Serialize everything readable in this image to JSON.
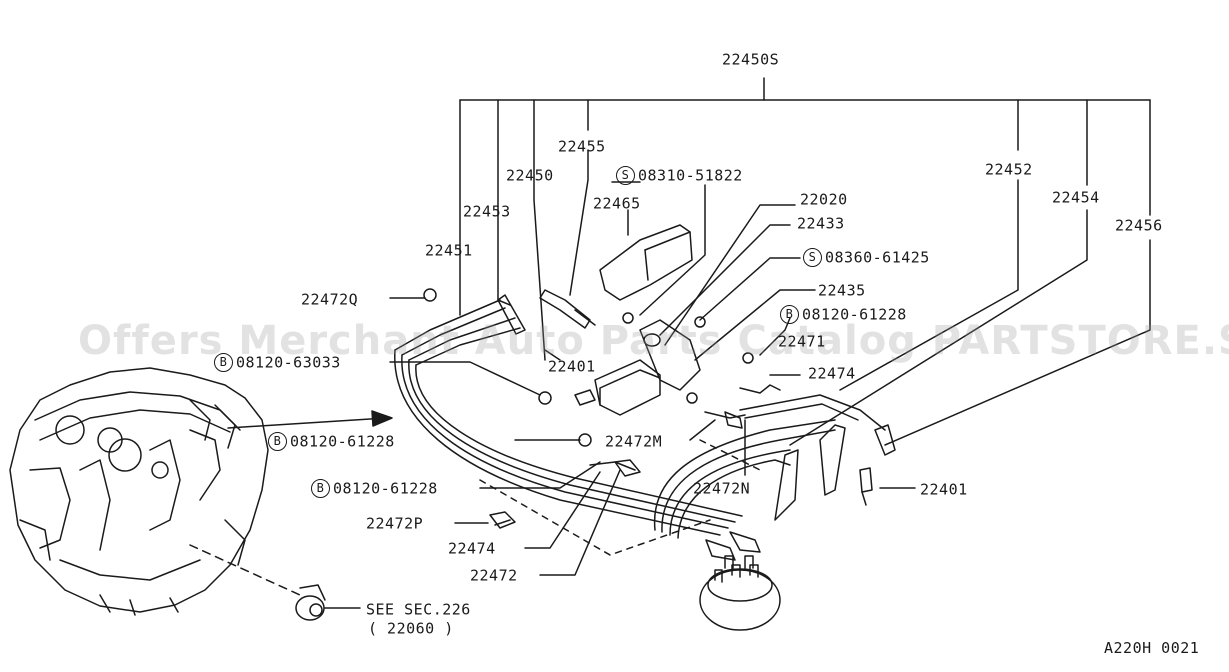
{
  "watermark": "Offers Merchant Auto Parts Catalog PARTSTORE.SA",
  "figure_code": "A220H 0021",
  "callouts": [
    {
      "id": "c-22450s",
      "prefix": "",
      "number": "22450S"
    },
    {
      "id": "c-22455",
      "prefix": "",
      "number": "22455"
    },
    {
      "id": "c-22450",
      "prefix": "",
      "number": "22450"
    },
    {
      "id": "c-08310-51822",
      "prefix": "S",
      "number": "08310-51822"
    },
    {
      "id": "c-22465",
      "prefix": "",
      "number": "22465"
    },
    {
      "id": "c-22453",
      "prefix": "",
      "number": "22453"
    },
    {
      "id": "c-22020",
      "prefix": "",
      "number": "22020"
    },
    {
      "id": "c-22433",
      "prefix": "",
      "number": "22433"
    },
    {
      "id": "c-22451",
      "prefix": "",
      "number": "22451"
    },
    {
      "id": "c-08360-61425",
      "prefix": "S",
      "number": "08360-61425"
    },
    {
      "id": "c-22435",
      "prefix": "",
      "number": "22435"
    },
    {
      "id": "c-22472q",
      "prefix": "",
      "number": "22472Q"
    },
    {
      "id": "c-08120-61228-a",
      "prefix": "B",
      "number": "08120-61228"
    },
    {
      "id": "c-22471",
      "prefix": "",
      "number": "22471"
    },
    {
      "id": "c-08120-63033",
      "prefix": "B",
      "number": "08120-63033"
    },
    {
      "id": "c-22401-a",
      "prefix": "",
      "number": "22401"
    },
    {
      "id": "c-22474-a",
      "prefix": "",
      "number": "22474"
    },
    {
      "id": "c-22452",
      "prefix": "",
      "number": "22452"
    },
    {
      "id": "c-22454",
      "prefix": "",
      "number": "22454"
    },
    {
      "id": "c-22456",
      "prefix": "",
      "number": "22456"
    },
    {
      "id": "c-08120-61228-b",
      "prefix": "B",
      "number": "08120-61228"
    },
    {
      "id": "c-22472m",
      "prefix": "",
      "number": "22472M"
    },
    {
      "id": "c-08120-61228-c",
      "prefix": "B",
      "number": "08120-61228"
    },
    {
      "id": "c-22472n",
      "prefix": "",
      "number": "22472N"
    },
    {
      "id": "c-22401-b",
      "prefix": "",
      "number": "22401"
    },
    {
      "id": "c-22472p",
      "prefix": "",
      "number": "22472P"
    },
    {
      "id": "c-22474-b",
      "prefix": "",
      "number": "22474"
    },
    {
      "id": "c-22472",
      "prefix": "",
      "number": "22472"
    },
    {
      "id": "c-see-sec",
      "prefix": "",
      "number": "SEE SEC.226"
    },
    {
      "id": "c-22060",
      "prefix": "",
      "number": "( 22060 )"
    }
  ]
}
